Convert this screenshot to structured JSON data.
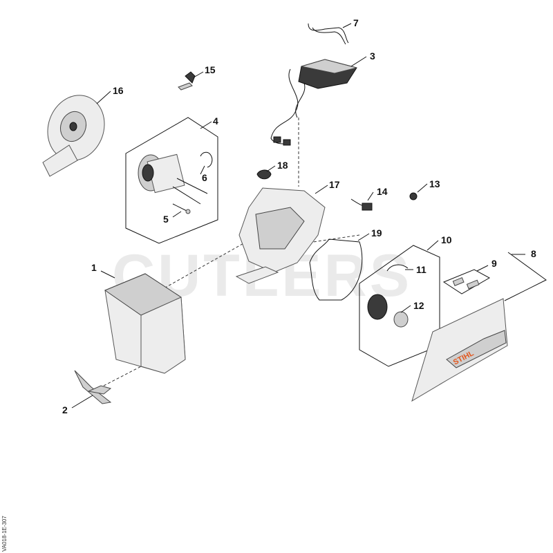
{
  "watermark": "CUTLERS",
  "brand_logo": "STIHL",
  "side_code": "VA018-1E-307",
  "colors": {
    "callout": "#111111",
    "part_light": "#ededed",
    "part_dark": "#3a3a3a",
    "brand": "#e2571e",
    "watermark": "#d9d9d9"
  },
  "callouts": [
    {
      "id": "1",
      "label": "1"
    },
    {
      "id": "2",
      "label": "2"
    },
    {
      "id": "3",
      "label": "3"
    },
    {
      "id": "4",
      "label": "4"
    },
    {
      "id": "5",
      "label": "5"
    },
    {
      "id": "6",
      "label": "6"
    },
    {
      "id": "7",
      "label": "7"
    },
    {
      "id": "8",
      "label": "8"
    },
    {
      "id": "9",
      "label": "9"
    },
    {
      "id": "10",
      "label": "10"
    },
    {
      "id": "11",
      "label": "11"
    },
    {
      "id": "12",
      "label": "12"
    },
    {
      "id": "13",
      "label": "13"
    },
    {
      "id": "14",
      "label": "14"
    },
    {
      "id": "15",
      "label": "15"
    },
    {
      "id": "16",
      "label": "16"
    },
    {
      "id": "17",
      "label": "17"
    },
    {
      "id": "18",
      "label": "18"
    },
    {
      "id": "19",
      "label": "19"
    }
  ]
}
